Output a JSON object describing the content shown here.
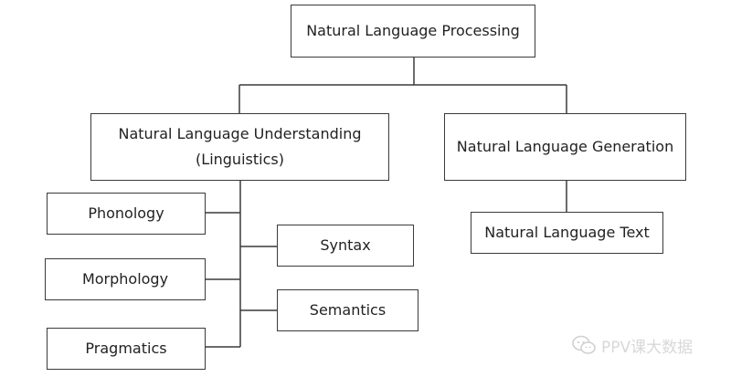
{
  "nodes": {
    "nlp": "Natural Language Processing",
    "nlu_line1": "Natural Language Understanding",
    "nlu_line2": "(Linguistics)",
    "nlg": "Natural Language Generation",
    "nlt": "Natural Language Text",
    "phonology": "Phonology",
    "morphology": "Morphology",
    "pragmatics": "Pragmatics",
    "syntax": "Syntax",
    "semantics": "Semantics"
  },
  "watermark": {
    "text": "PPV课大数据",
    "icon": "wechat-icon"
  },
  "colors": {
    "line": "#3a3a3a",
    "watermark": "#d8d8d8"
  }
}
